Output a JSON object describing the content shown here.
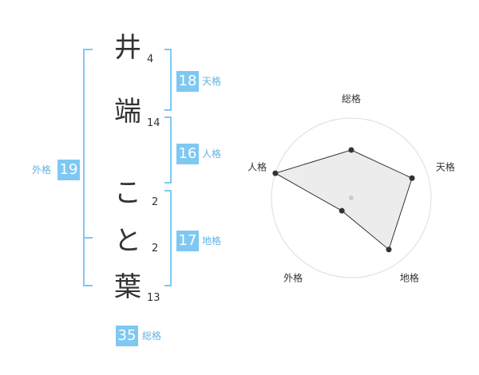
{
  "name_chars": [
    {
      "char": "井",
      "strokes": "4"
    },
    {
      "char": "端",
      "strokes": "14"
    },
    {
      "char": "こ",
      "strokes": "2"
    },
    {
      "char": "と",
      "strokes": "2"
    },
    {
      "char": "葉",
      "strokes": "13"
    }
  ],
  "fortunes": {
    "tenkaku": {
      "value": "18",
      "label": "天格"
    },
    "jinkaku": {
      "value": "16",
      "label": "人格"
    },
    "chikaku": {
      "value": "17",
      "label": "地格"
    },
    "gaikaku": {
      "value": "19",
      "label": "外格"
    },
    "soukaku": {
      "value": "35",
      "label": "総格"
    }
  },
  "accent_color": "#7ec8f2",
  "chart_data": {
    "type": "radar",
    "axes": [
      "総格",
      "天格",
      "地格",
      "外格",
      "人格"
    ],
    "values": [
      3,
      4,
      4,
      1,
      5
    ],
    "max": 5,
    "grid_rings": 5
  }
}
